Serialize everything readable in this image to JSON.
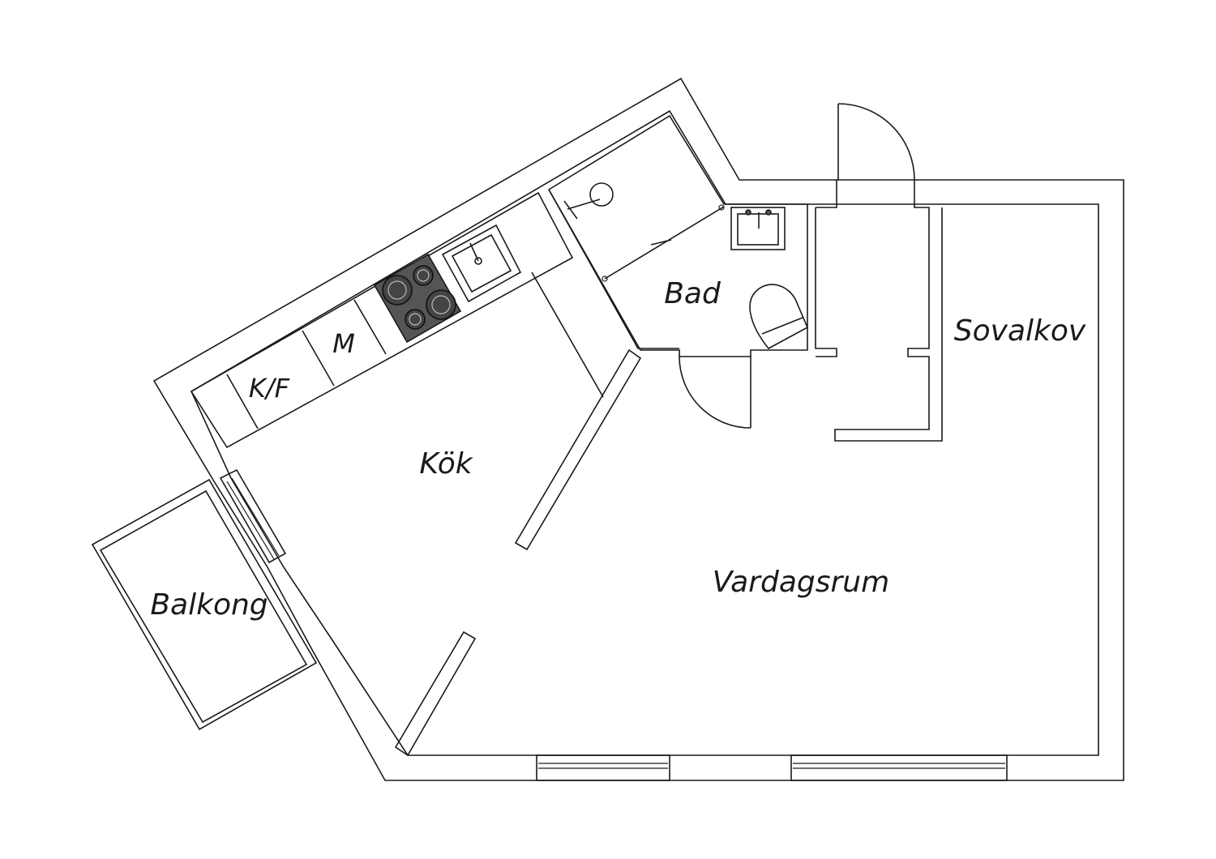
{
  "rooms": {
    "kitchen": "Kök",
    "bathroom": "Bad",
    "living_room": "Vardagsrum",
    "sleeping_alcove": "Sovalkov",
    "balcony": "Balkong"
  },
  "appliances": {
    "fridge_freezer": "K/F",
    "microwave": "M"
  }
}
